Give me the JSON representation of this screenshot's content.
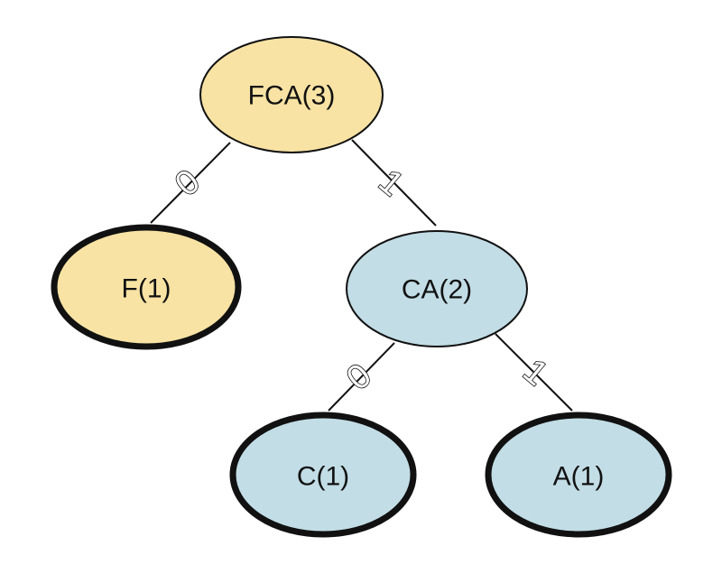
{
  "tree": {
    "nodes": [
      {
        "id": "root",
        "label": "FCA(3)",
        "fill": "#f8e3a4",
        "leaf": false
      },
      {
        "id": "f",
        "label": "F(1)",
        "fill": "#f8e3a4",
        "leaf": true
      },
      {
        "id": "ca",
        "label": "CA(2)",
        "fill": "#c2dde6",
        "leaf": false
      },
      {
        "id": "c",
        "label": "C(1)",
        "fill": "#c2dde6",
        "leaf": true
      },
      {
        "id": "a",
        "label": "A(1)",
        "fill": "#c2dde6",
        "leaf": true
      }
    ],
    "edges": [
      {
        "from": "root",
        "to": "f",
        "label": "0"
      },
      {
        "from": "root",
        "to": "ca",
        "label": "1"
      },
      {
        "from": "ca",
        "to": "c",
        "label": "0"
      },
      {
        "from": "ca",
        "to": "a",
        "label": "1"
      }
    ],
    "colors": {
      "stroke": "#111111",
      "yellow": "#f8e3a4",
      "blue": "#c2dde6"
    }
  }
}
